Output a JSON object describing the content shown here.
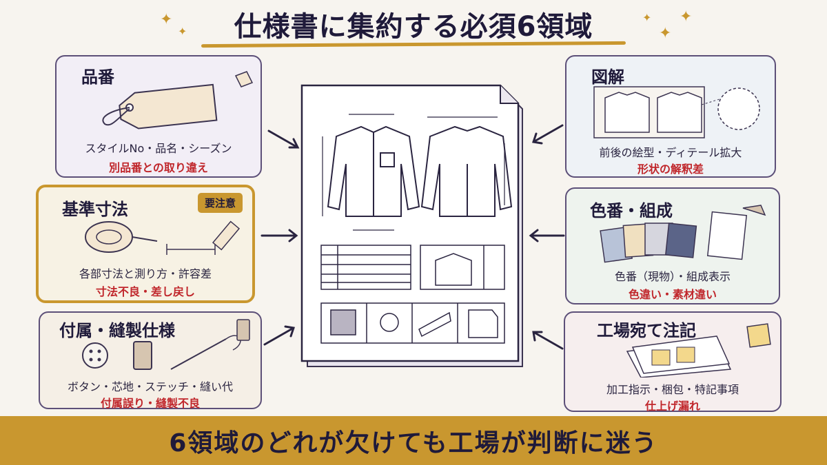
{
  "title": "仕様書に集約する必須6領域",
  "cards": {
    "item_number": {
      "title": "品番",
      "desc": "スタイルNo・品名・シーズン",
      "risk": "別品番との取り違え"
    },
    "dimensions": {
      "title": "基準寸法",
      "badge": "要注意",
      "desc": "各部寸法と測り方・許容差",
      "risk": "寸法不良・差し戻し"
    },
    "accessories": {
      "title": "付属・縫製仕様",
      "desc": "ボタン・芯地・ステッチ・縫い代",
      "risk": "付属誤り・縫製不良"
    },
    "diagram": {
      "title": "図解",
      "desc": "前後の絵型・ディテール拡大",
      "risk": "形状の解釈差"
    },
    "color": {
      "title": "色番・組成",
      "desc": "色番（現物）・組成表示",
      "risk": "色違い・素材違い"
    },
    "factory_notes": {
      "title": "工場宛て注記",
      "desc": "加工指示・梱包・特記事項",
      "risk": "仕上げ漏れ"
    }
  },
  "banner": "6領域のどれが欠けても工場が判断に迷う",
  "colors": {
    "accent": "#c9972f",
    "risk": "#c0262b",
    "ink": "#1f1a3a"
  }
}
